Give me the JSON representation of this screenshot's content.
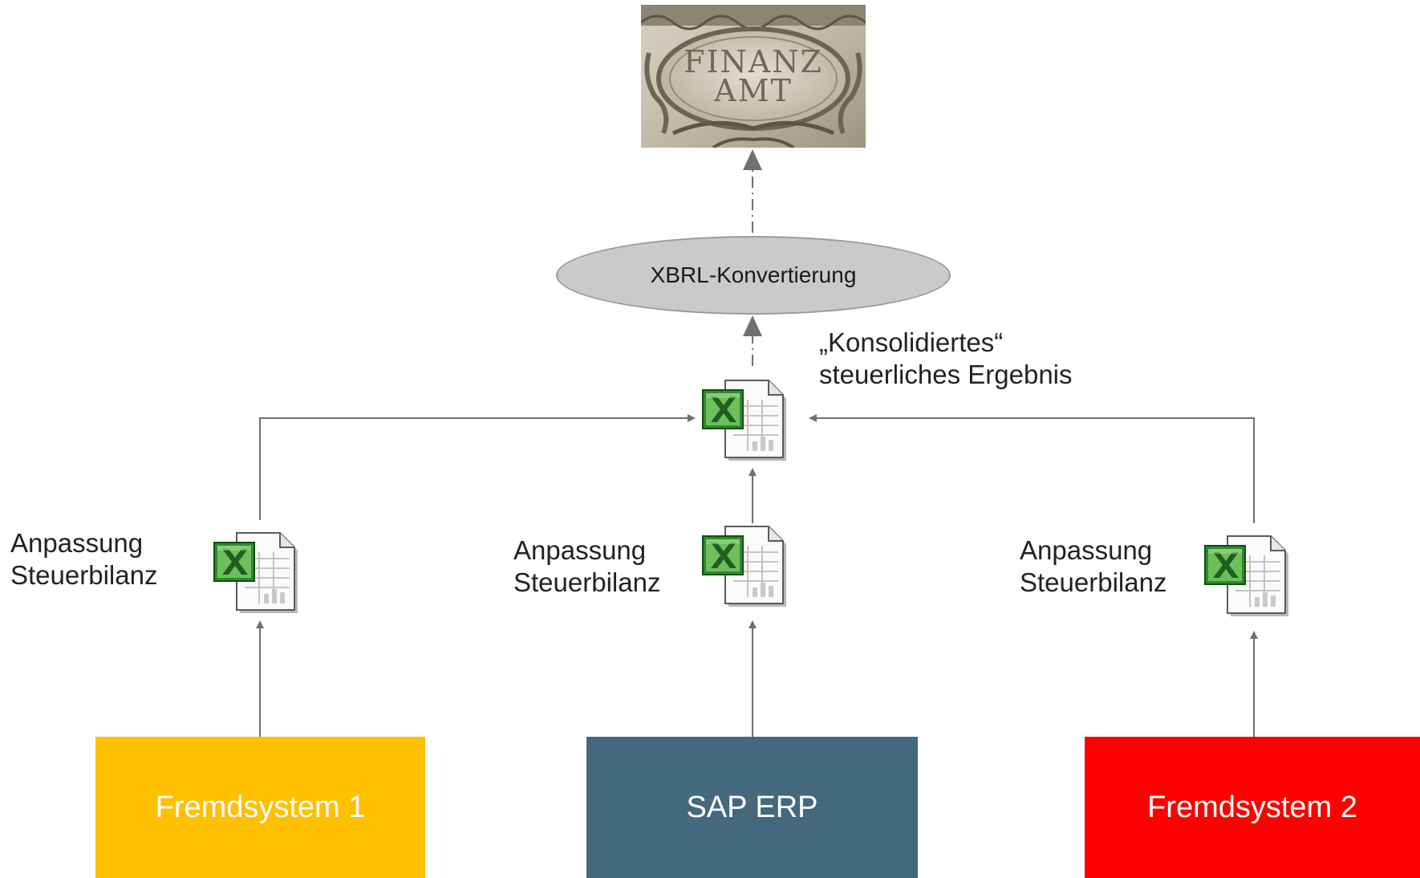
{
  "title_image": {
    "line1": "FINANZ",
    "line2": "AMT"
  },
  "converter": {
    "label": "XBRL-Konvertierung"
  },
  "consolidated": {
    "line1": "„Konsolidiertes“",
    "line2": "steuerliches Ergebnis"
  },
  "adjustments": [
    {
      "line1": "Anpassung",
      "line2": "Steuerbilanz"
    },
    {
      "line1": "Anpassung",
      "line2": "Steuerbilanz"
    },
    {
      "line1": "Anpassung",
      "line2": "Steuerbilanz"
    }
  ],
  "systems": [
    {
      "label": "Fremdsystem 1",
      "color": "#ffc000"
    },
    {
      "label": "SAP ERP",
      "color": "#44697d"
    },
    {
      "label": "Fremdsystem 2",
      "color": "#ff0000"
    }
  ],
  "icons": {
    "spreadsheet": "excel-file-icon"
  },
  "colors": {
    "arrow": "#707070"
  }
}
